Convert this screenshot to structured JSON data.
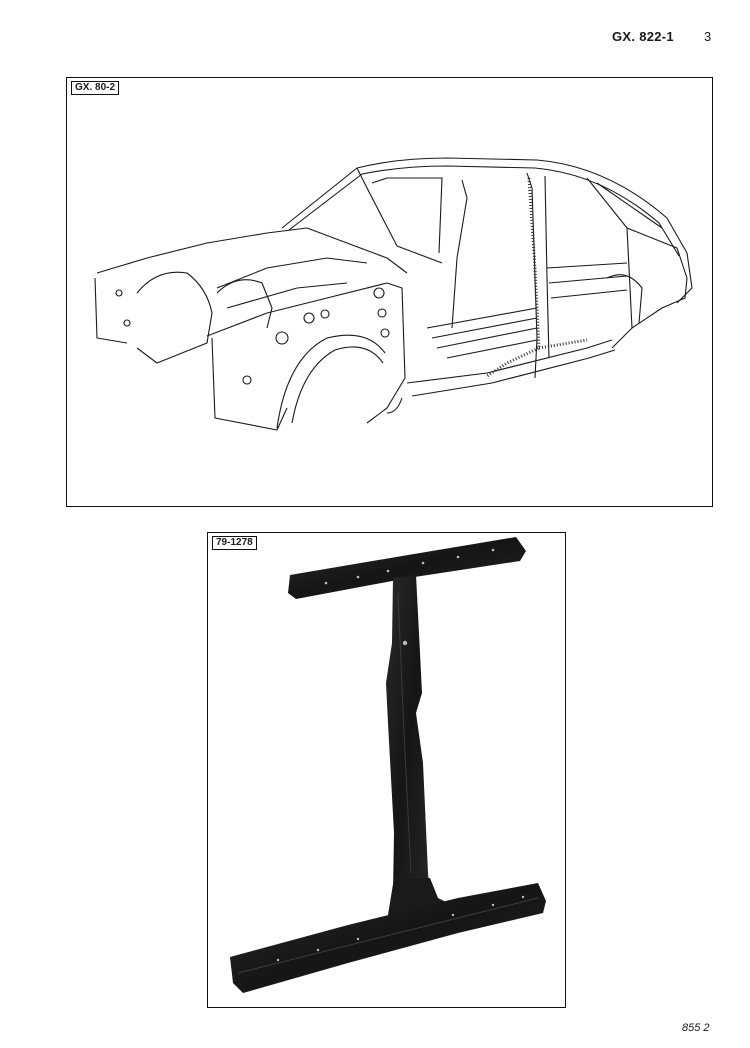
{
  "header": {
    "reference": "GX. 822-1",
    "page_number": "3"
  },
  "figures": [
    {
      "tag": "GX. 80-2",
      "icon": "car-body-shell-drawing-icon"
    },
    {
      "tag": "79-1278",
      "icon": "center-pillar-sill-part-photo-icon"
    }
  ],
  "footer": {
    "reference": "855 2"
  }
}
